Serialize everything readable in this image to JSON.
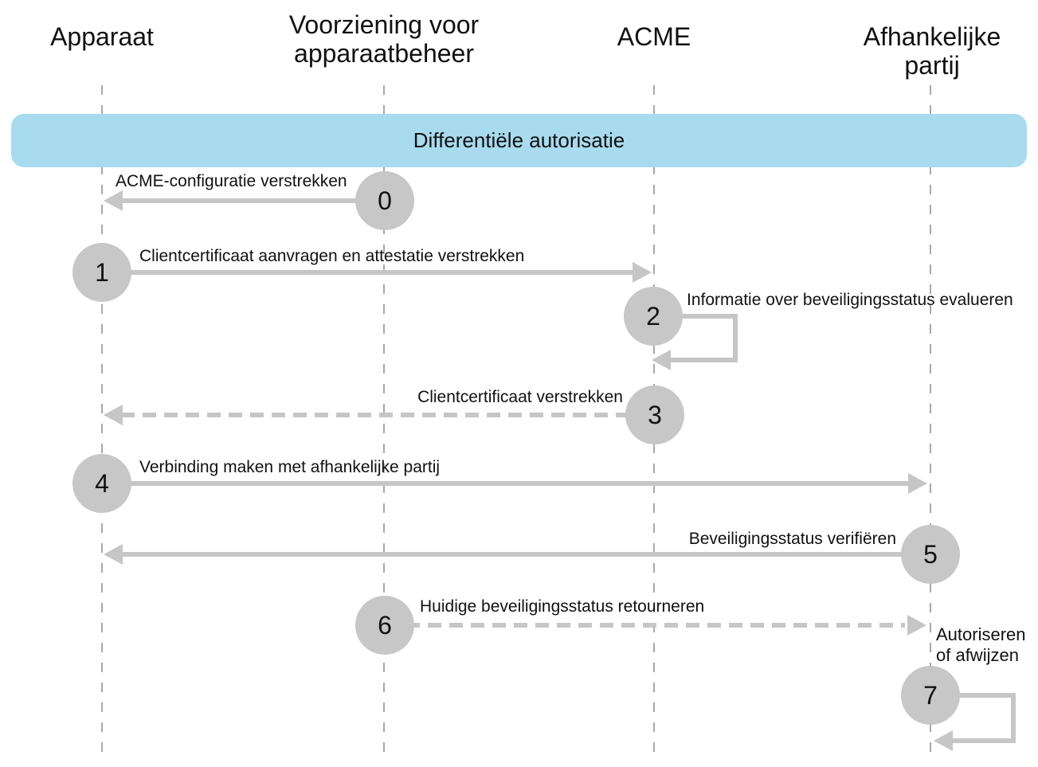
{
  "diagram": {
    "title": "Differentiële autorisatie",
    "actors": [
      {
        "name": "Apparaat"
      },
      {
        "name": "Voorziening voor apparaatbeheer"
      },
      {
        "name": "ACME"
      },
      {
        "name": "Afhankelijke partij"
      }
    ],
    "messages": [
      {
        "number": "0",
        "label": "ACME-configuratie verstrekken",
        "from": "Voorziening voor apparaatbeheer",
        "to": "Apparaat",
        "line": "solid",
        "direction": "left"
      },
      {
        "number": "1",
        "label": "Clientcertificaat aanvragen en attestatie verstrekken",
        "from": "Apparaat",
        "to": "ACME",
        "line": "solid",
        "direction": "right"
      },
      {
        "number": "2",
        "label": "Informatie over beveiligingsstatus evalueren",
        "from": "ACME",
        "to": "ACME",
        "line": "solid",
        "direction": "self"
      },
      {
        "number": "3",
        "label": "Clientcertificaat verstrekken",
        "from": "ACME",
        "to": "Apparaat",
        "line": "dashed",
        "direction": "left"
      },
      {
        "number": "4",
        "label": "Verbinding maken met afhankelijke partij",
        "from": "Apparaat",
        "to": "Afhankelijke partij",
        "line": "solid",
        "direction": "right"
      },
      {
        "number": "5",
        "label": "Beveiligingsstatus verifiëren",
        "from": "Afhankelijke partij",
        "to": "Apparaat",
        "line": "solid",
        "direction": "left"
      },
      {
        "number": "6",
        "label": "Huidige beveiligingsstatus retourneren",
        "from": "Voorziening voor apparaatbeheer",
        "to": "Afhankelijke partij",
        "line": "dashed",
        "direction": "right"
      },
      {
        "number": "7",
        "label": "Autoriseren of afwijzen",
        "from": "Afhankelijke partij",
        "to": "Afhankelijke partij",
        "line": "solid",
        "direction": "self"
      }
    ],
    "colors": {
      "banner_fill": "#A8DBEE",
      "circle_fill": "#C7C7C7",
      "arrow": "#C6C6C6",
      "lifeline": "#A9A9A9",
      "text": "#111111"
    }
  }
}
